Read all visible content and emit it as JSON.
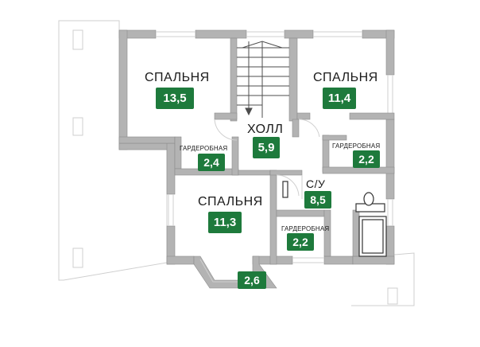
{
  "rooms": {
    "bedroom_top_left": {
      "name": "СПАЛЬНЯ",
      "area": "13,5"
    },
    "bedroom_top_right": {
      "name": "СПАЛЬНЯ",
      "area": "11,4"
    },
    "hall": {
      "name": "ХОЛЛ",
      "area": "5,9"
    },
    "wardrobe_left": {
      "name": "ГАРДЕРОБНАЯ",
      "area": "2,4"
    },
    "wardrobe_right": {
      "name": "ГАРДЕРОБНАЯ",
      "area": "2,2"
    },
    "bathroom": {
      "name": "С/У",
      "area": "8,5"
    },
    "bedroom_bottom": {
      "name": "СПАЛЬНЯ",
      "area": "11,3"
    },
    "wardrobe_bottom": {
      "name": "ГАРДЕРОБНАЯ",
      "area": "2,2"
    },
    "bay": {
      "area": "2,6"
    }
  },
  "colors": {
    "wall": "#b3b3b3",
    "wall_stroke": "#8c8c8c",
    "label_bg": "#1e7a3c",
    "line": "#cfcfcf"
  }
}
